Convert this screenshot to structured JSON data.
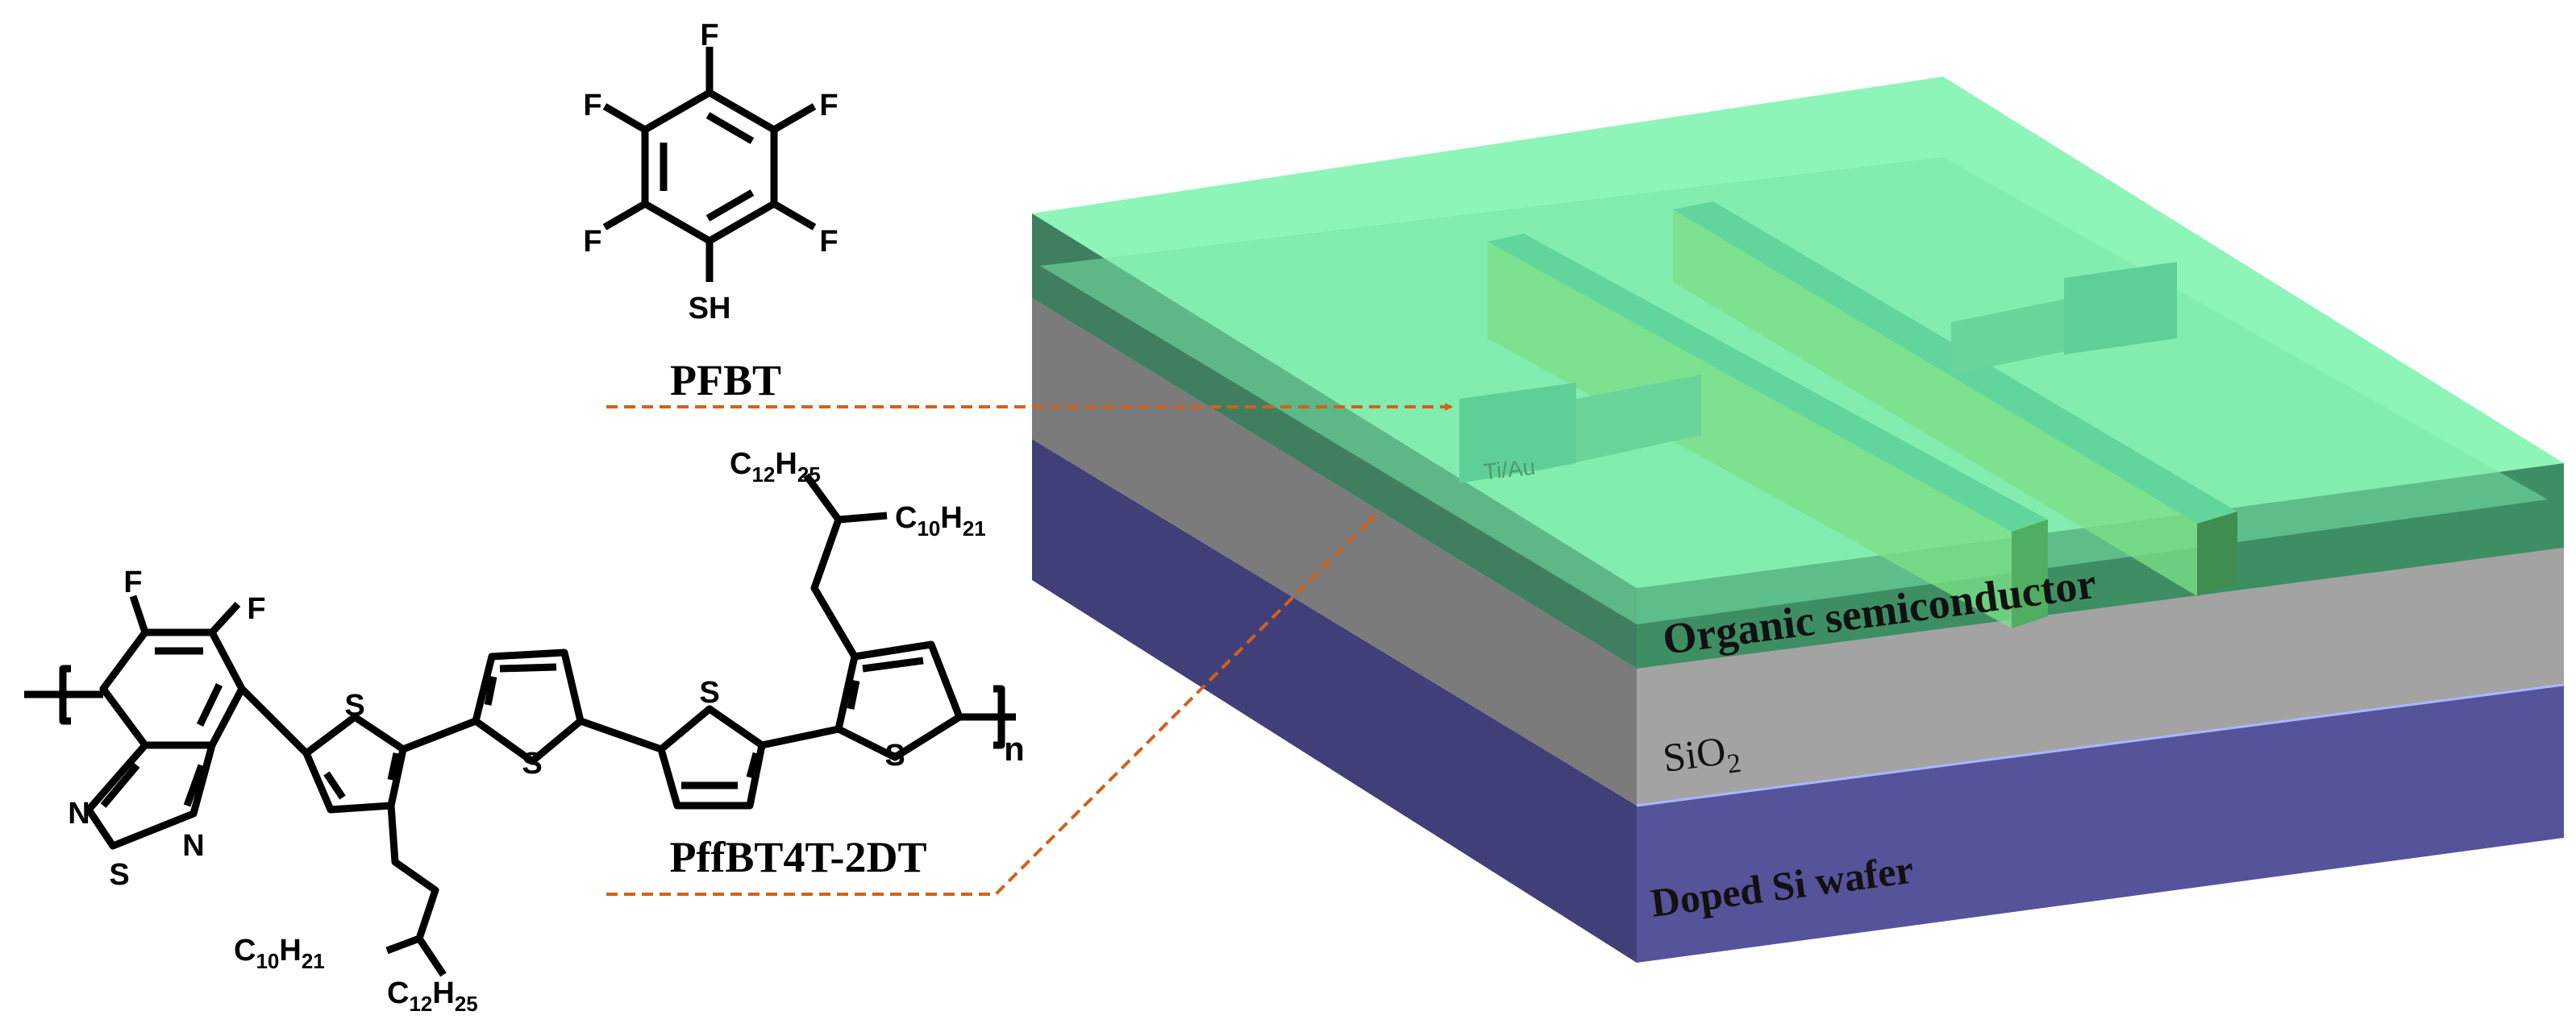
{
  "molecules": {
    "pfbt": {
      "name": "PFBT",
      "substituents": {
        "f": "F",
        "sh": "SH"
      }
    },
    "polymer": {
      "name": "PffBT4T-2DT",
      "atoms": {
        "f": "F",
        "s": "S",
        "n": "N",
        "ring_s": "S"
      },
      "repeat": "n",
      "chains": {
        "top_c12": {
          "c": "C",
          "sub": "12",
          "h": "H",
          "sub2": "25"
        },
        "top_c10": {
          "c": "C",
          "sub": "10",
          "h": "H",
          "sub2": "21"
        },
        "bottom_c10": {
          "c": "C",
          "sub": "10",
          "h": "H",
          "sub2": "21"
        },
        "bottom_c12": {
          "c": "C",
          "sub": "12",
          "h": "H",
          "sub2": "25"
        }
      }
    }
  },
  "device": {
    "layers": {
      "semiconductor": "Organic semiconductor",
      "oxide": {
        "base": "SiO",
        "sub": "2"
      },
      "wafer": "Doped Si wafer"
    },
    "electrode_label": "Ti/Au"
  },
  "colors": {
    "semiconductor": "#8ef5b8",
    "oxide": "#9e9e9e",
    "wafer": "#4f4b8f",
    "arrow": "#d0621b"
  }
}
